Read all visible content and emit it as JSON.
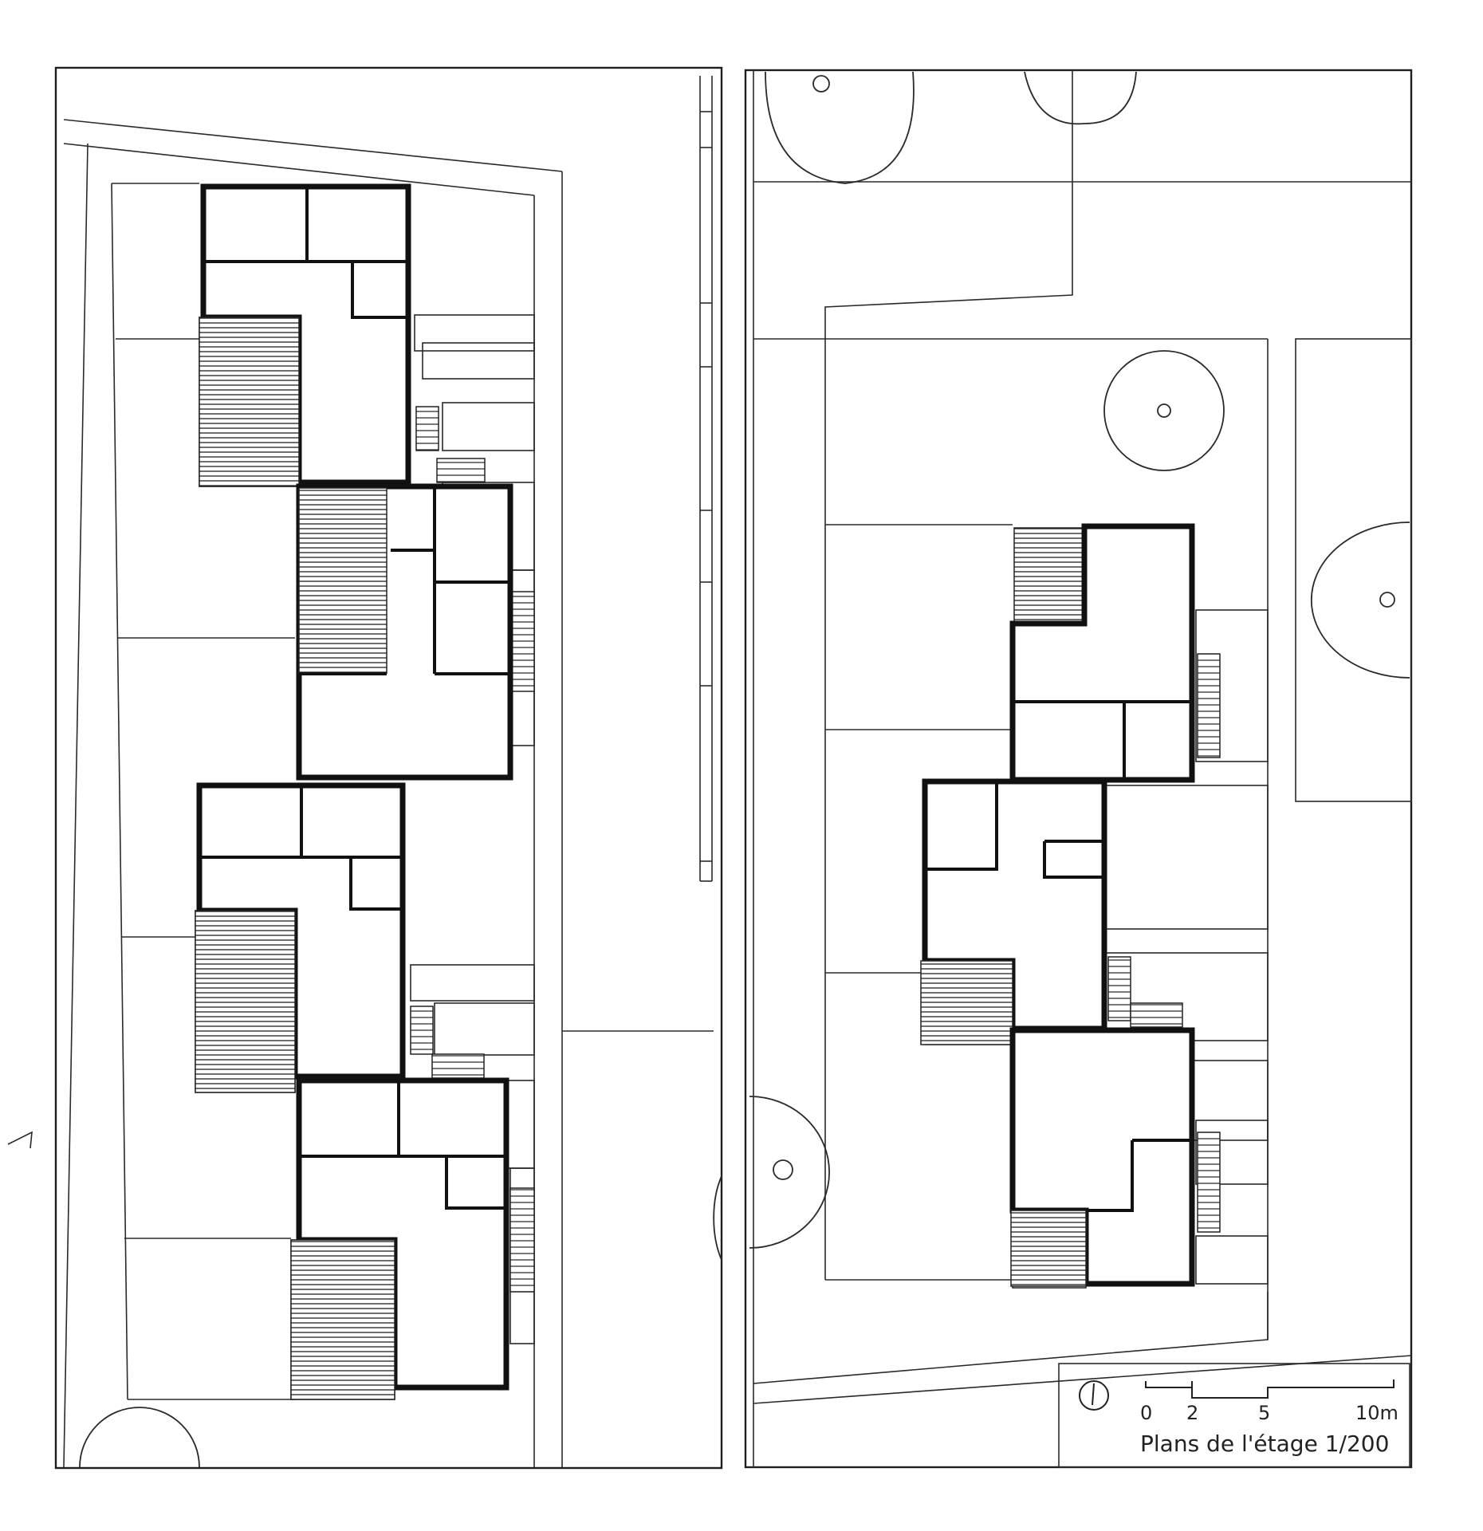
{
  "legend": {
    "north_symbol": "north-arrow-icon",
    "scale_ticks": [
      "0",
      "2",
      "5",
      "10m"
    ],
    "caption": "Plans de l'étage 1/200"
  },
  "colors": {
    "ink": "#111111",
    "paper": "#ffffff"
  }
}
